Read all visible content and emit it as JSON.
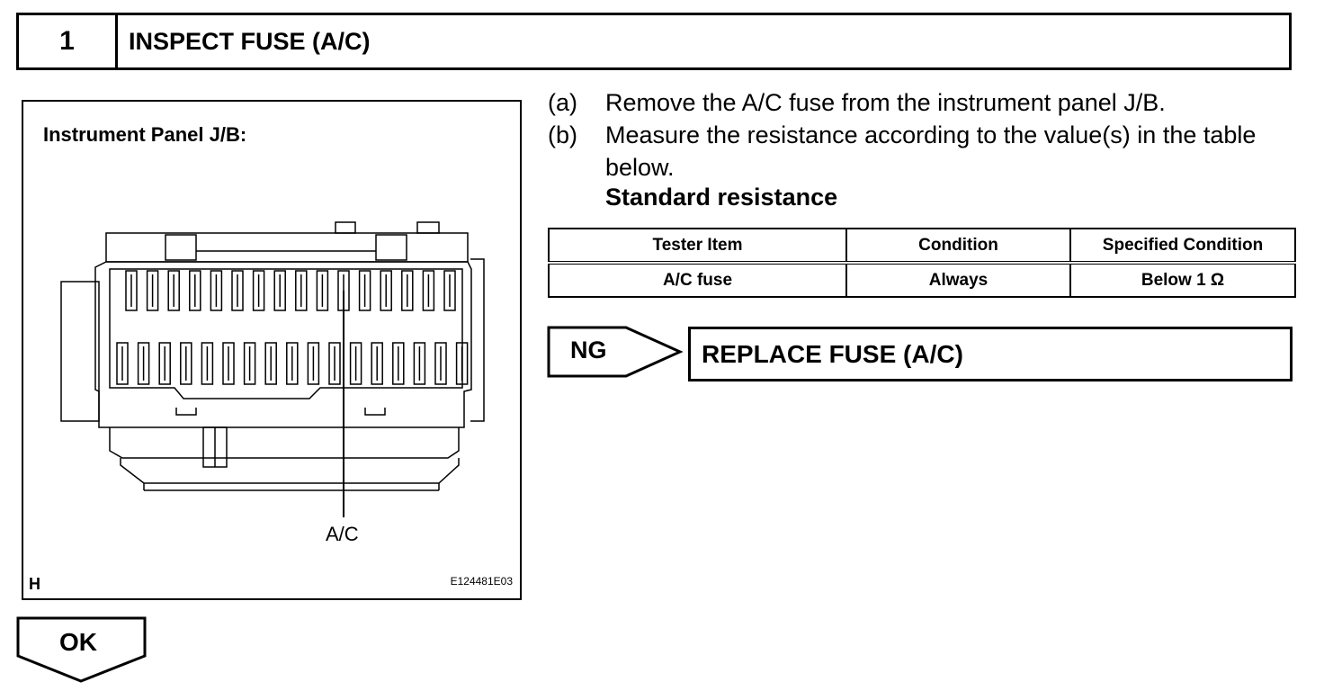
{
  "step": {
    "number": "1",
    "title": "INSPECT FUSE (A/C)"
  },
  "figure": {
    "title": "Instrument Panel J/B:",
    "callout": "A/C",
    "corner_letter": "H",
    "figure_code": "E124481E03"
  },
  "instructions": [
    {
      "label": "(a)",
      "text": "Remove the A/C fuse from the instrument panel J/B."
    },
    {
      "label": "(b)",
      "text": "Measure the resistance according to the value(s) in the table below."
    }
  ],
  "standard_title": "Standard resistance",
  "table": {
    "headers": [
      "Tester Item",
      "Condition",
      "Specified Condition"
    ],
    "rows": [
      [
        "A/C fuse",
        "Always",
        "Below 1 Ω"
      ]
    ]
  },
  "ng": {
    "label": "NG",
    "action": "REPLACE FUSE (A/C)"
  },
  "ok": {
    "label": "OK"
  }
}
